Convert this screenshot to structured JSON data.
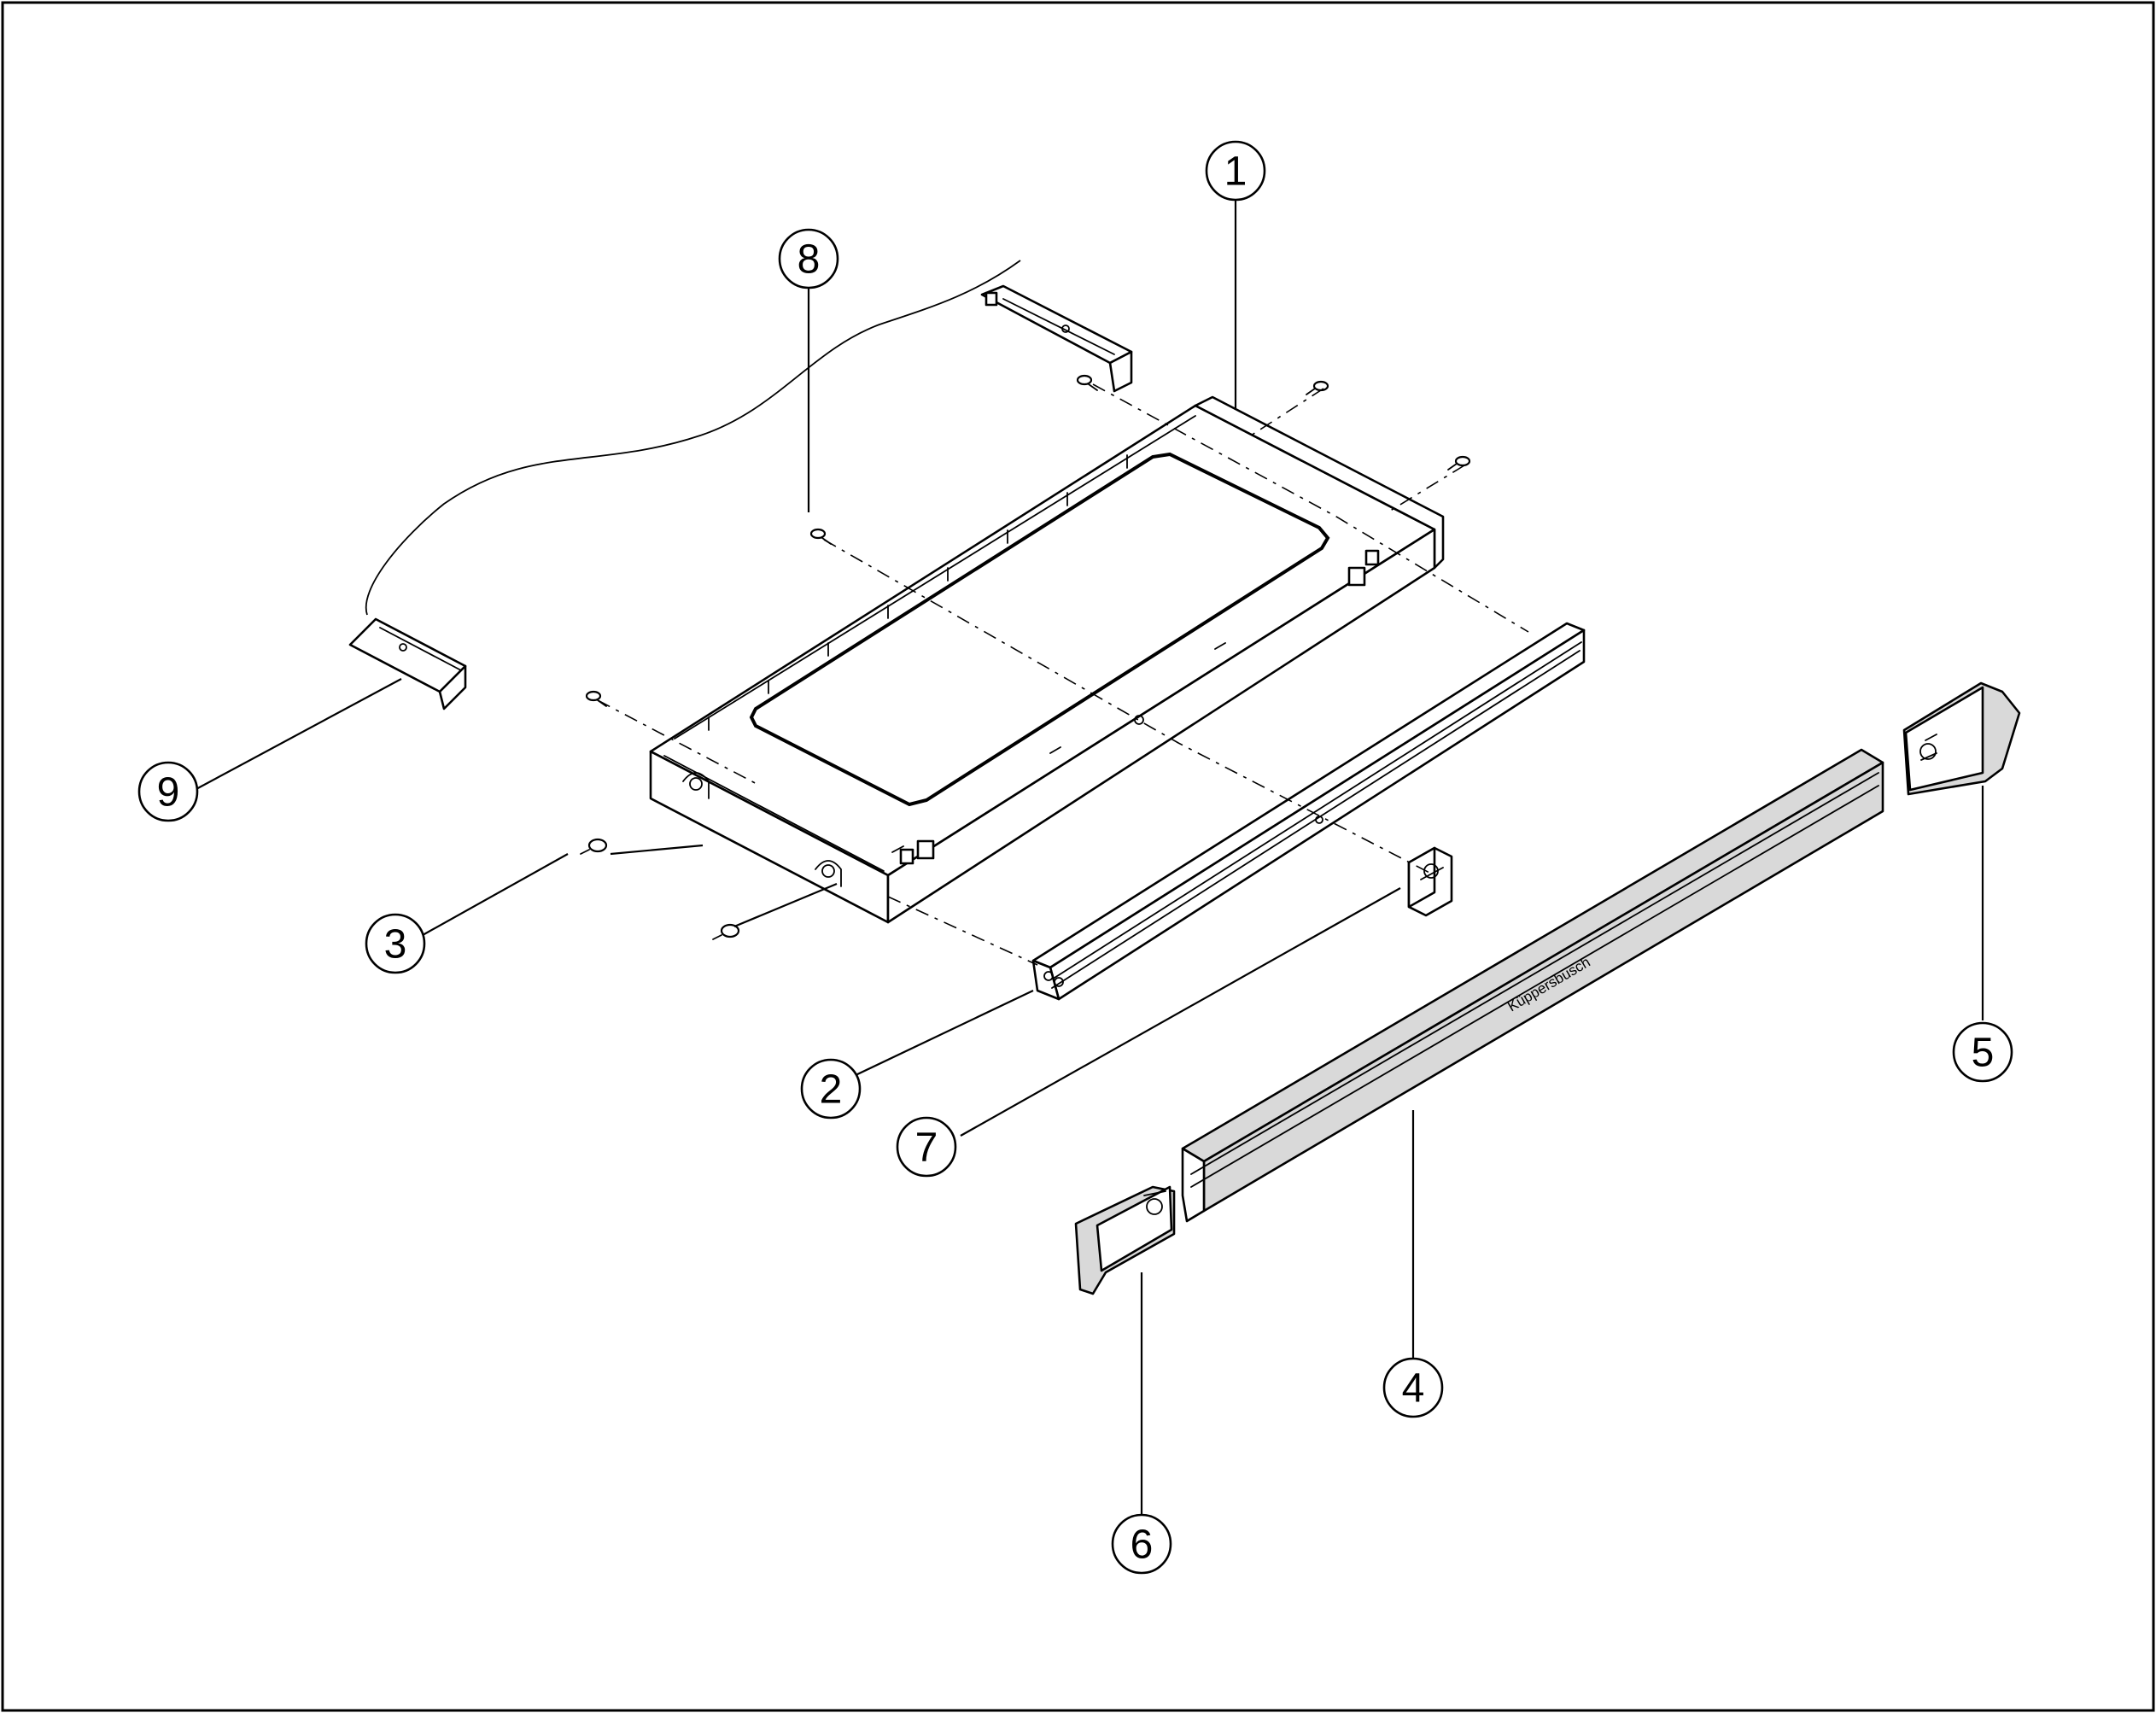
{
  "diagram": {
    "brand_label": "Küppersbusch",
    "callouts": [
      {
        "id": "1",
        "label": "1"
      },
      {
        "id": "2",
        "label": "2"
      },
      {
        "id": "3",
        "label": "3"
      },
      {
        "id": "4",
        "label": "4"
      },
      {
        "id": "5",
        "label": "5"
      },
      {
        "id": "6",
        "label": "6"
      },
      {
        "id": "7",
        "label": "7"
      },
      {
        "id": "8",
        "label": "8"
      },
      {
        "id": "9",
        "label": "9"
      }
    ]
  }
}
